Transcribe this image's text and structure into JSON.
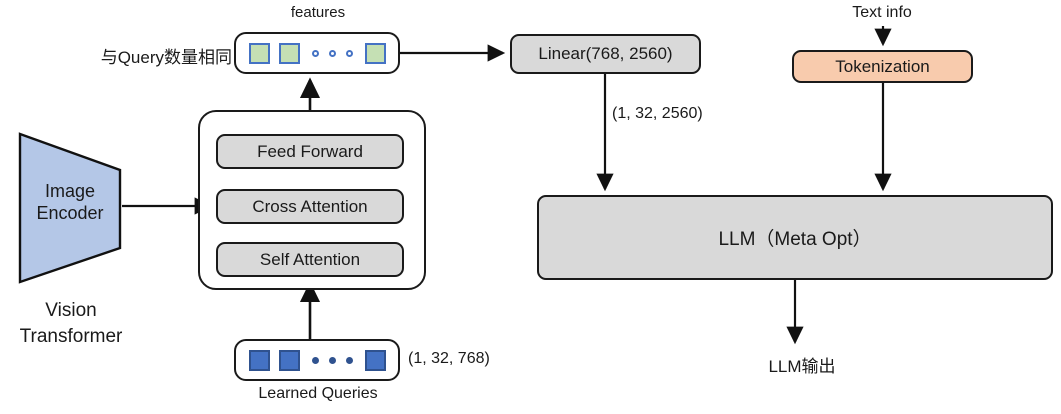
{
  "diagram": {
    "title": "BLIP-2 style vision-language model architecture",
    "colors": {
      "grey_fill": "#d9d9d9",
      "peach_fill": "#f8cbad",
      "green_chip": "#c5e0b4",
      "blue_chip": "#4472c4",
      "vit_fill": "#b4c7e7",
      "stroke": "#1a1a1a"
    }
  },
  "vision_branch": {
    "encoder_label_line1": "Image",
    "encoder_label_line2": "Encoder",
    "encoder_caption_line1": "Vision",
    "encoder_caption_line2": "Transformer"
  },
  "qformer": {
    "blocks": [
      {
        "label": "Feed Forward"
      },
      {
        "label": "Cross Attention"
      },
      {
        "label": "Self Attention"
      }
    ]
  },
  "features": {
    "caption": "features",
    "left_label": "与Query数量相同",
    "chips": [
      "chip-green",
      "chip-green",
      "chip-green"
    ],
    "ellipsis_dots": 3
  },
  "queries": {
    "caption": "Learned Queries",
    "shape_label": "(1, 32, 768)",
    "chips": [
      "chip-blue",
      "chip-blue",
      "chip-blue"
    ],
    "ellipsis_dots": 3
  },
  "projection": {
    "linear_label": "Linear(768, 2560)",
    "output_shape_label": "(1, 32, 2560)"
  },
  "text_branch": {
    "input_caption": "Text info",
    "tokenization_label": "Tokenization"
  },
  "llm": {
    "label": "LLM（Meta Opt）",
    "output_caption": "LLM输出"
  }
}
